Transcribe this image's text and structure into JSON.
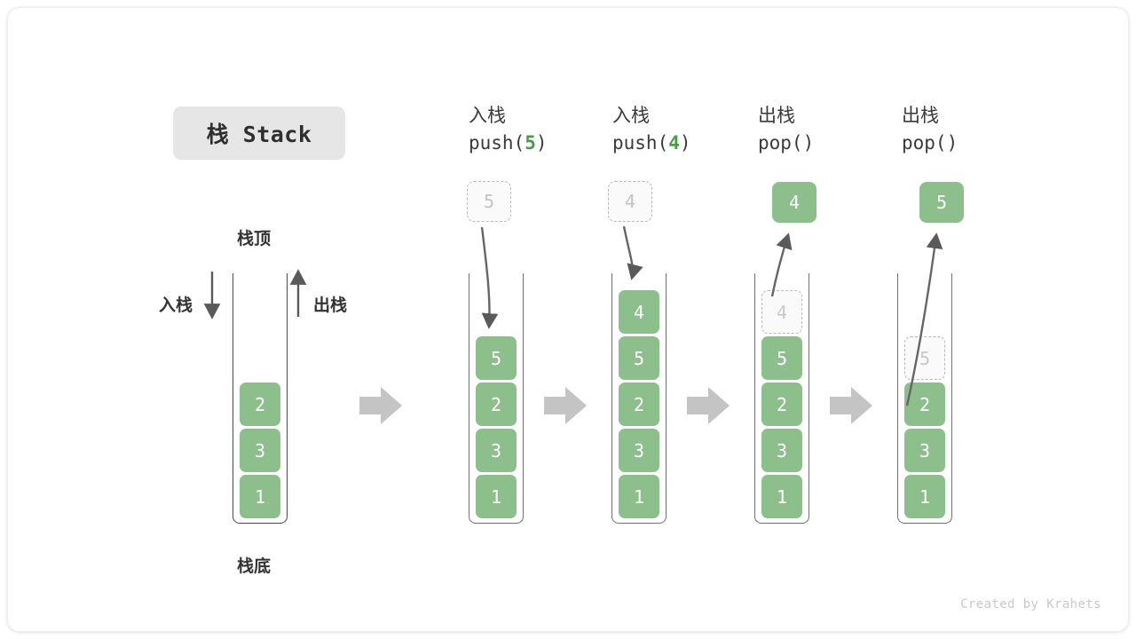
{
  "title_badge": {
    "label": "栈 Stack"
  },
  "labels": {
    "top": "栈顶",
    "bottom": "栈底",
    "push": "入栈",
    "pop": "出栈"
  },
  "colors": {
    "cell_green": "#8dbf8d",
    "ghost_fill": "#fafafa",
    "ghost_border": "#b9b9b9",
    "badge_bg": "#e6e6e6",
    "arrow_gray": "#c4c4c4",
    "line_dark": "#5a5a5a",
    "code_green": "#4a9a4a",
    "text_dark": "#333333",
    "footer_gray": "#c9c9c9"
  },
  "initial_stack": {
    "cells": [
      "2",
      "3",
      "1"
    ],
    "top_label": "栈顶",
    "bottom_label": "栈底",
    "push_label": "入栈",
    "pop_label": "出栈"
  },
  "steps": [
    {
      "title_cn": "入栈",
      "code_prefix": "push(",
      "code_arg": "5",
      "code_suffix": ")",
      "float_box": {
        "value": "5",
        "style": "ghost",
        "position": "above"
      },
      "arrow": "down-into-stack",
      "cells": [
        {
          "value": "5",
          "style": "solid"
        },
        {
          "value": "2",
          "style": "solid"
        },
        {
          "value": "3",
          "style": "solid"
        },
        {
          "value": "1",
          "style": "solid"
        }
      ]
    },
    {
      "title_cn": "入栈",
      "code_prefix": "push(",
      "code_arg": "4",
      "code_suffix": ")",
      "float_box": {
        "value": "4",
        "style": "ghost",
        "position": "above"
      },
      "arrow": "down-into-stack",
      "cells": [
        {
          "value": "4",
          "style": "solid"
        },
        {
          "value": "5",
          "style": "solid"
        },
        {
          "value": "2",
          "style": "solid"
        },
        {
          "value": "3",
          "style": "solid"
        },
        {
          "value": "1",
          "style": "solid"
        }
      ]
    },
    {
      "title_cn": "出栈",
      "code_prefix": "pop(",
      "code_arg": "",
      "code_suffix": ")",
      "float_box": {
        "value": "4",
        "style": "solid",
        "position": "above"
      },
      "arrow": "up-out-of-stack",
      "cells": [
        {
          "value": "4",
          "style": "ghost"
        },
        {
          "value": "5",
          "style": "solid"
        },
        {
          "value": "2",
          "style": "solid"
        },
        {
          "value": "3",
          "style": "solid"
        },
        {
          "value": "1",
          "style": "solid"
        }
      ]
    },
    {
      "title_cn": "出栈",
      "code_prefix": "pop(",
      "code_arg": "",
      "code_suffix": ")",
      "float_box": {
        "value": "5",
        "style": "solid",
        "position": "above"
      },
      "arrow": "up-out-of-stack",
      "cells": [
        {
          "value": "5",
          "style": "ghost"
        },
        {
          "value": "2",
          "style": "solid"
        },
        {
          "value": "3",
          "style": "solid"
        },
        {
          "value": "1",
          "style": "solid"
        }
      ]
    }
  ],
  "transition_arrows": 4,
  "footer": {
    "credit": "Created by Krahets"
  }
}
